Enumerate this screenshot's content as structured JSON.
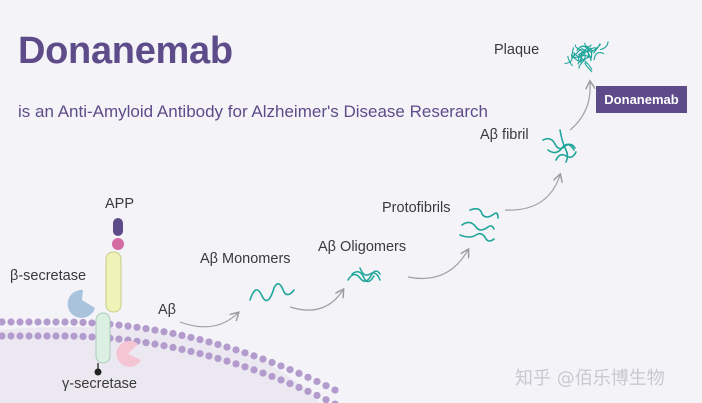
{
  "header": {
    "title": "Donanemab",
    "subtitle": "is an Anti-Amyloid Antibody for Alzheimer's Disease Reserarch"
  },
  "labels": {
    "app": "APP",
    "beta_secretase": "β-secretase",
    "gamma_secretase": "γ-secretase",
    "abeta": "Aβ",
    "monomers": "Aβ Monomers",
    "oligomers": "Aβ Oligomers",
    "protofibrils": "Protofibrils",
    "fibril": "Aβ fibril",
    "plaque": "Plaque"
  },
  "badge": {
    "text": "Donanemab"
  },
  "watermark": {
    "text": "知乎 @佰乐博生物"
  },
  "colors": {
    "title": "#5e4c8a",
    "membrane_bead": "#b39bcd",
    "aggregate": "#1fa59a",
    "badge_bg": "#5e4c8a"
  }
}
